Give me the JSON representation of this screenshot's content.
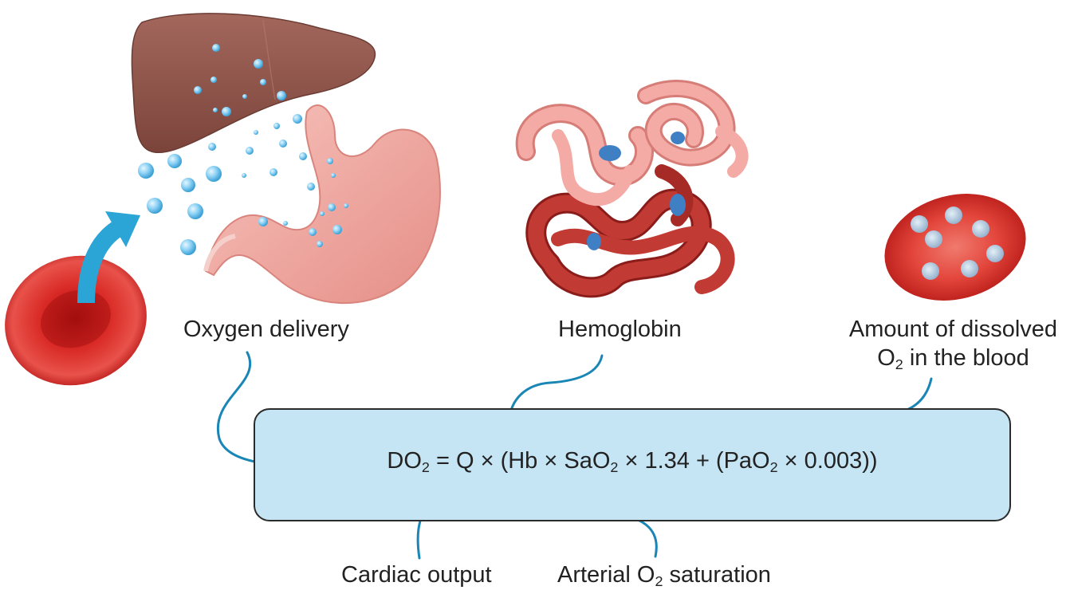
{
  "labels": {
    "oxygen_delivery": "Oxygen delivery",
    "hemoglobin": "Hemoglobin",
    "dissolved_line1": "Amount of dissolved",
    "dissolved_line2_pre": "O",
    "dissolved_line2_sub": "2",
    "dissolved_line2_post": " in the blood",
    "cardiac_output": "Cardiac output",
    "arterial_pre": "Arterial O",
    "arterial_sub": "2",
    "arterial_post": " saturation"
  },
  "formula": {
    "p1": "DO",
    "s1": "2",
    "p2": " = Q × (Hb × SaO",
    "s2": "2",
    "p3": " × 1.34 + (PaO",
    "s3": "2",
    "p4": " × 0.003))"
  },
  "colors": {
    "arrow": "#1a86b5",
    "box_fill": "#c5e5f4",
    "rbc": "#cc1f1f",
    "liver": "#8b5148",
    "stomach": "#f0a9a2",
    "hb_light": "#f2a19c",
    "hb_dark": "#b8302c",
    "heme": "#3f7fc4",
    "bubble": "#7ec8ee"
  },
  "icons": [
    "red-blood-cell-icon",
    "liver-icon",
    "stomach-icon",
    "oxygen-bubbles-icon",
    "hemoglobin-molecule-icon",
    "rbc-dissolved-oxygen-icon"
  ]
}
